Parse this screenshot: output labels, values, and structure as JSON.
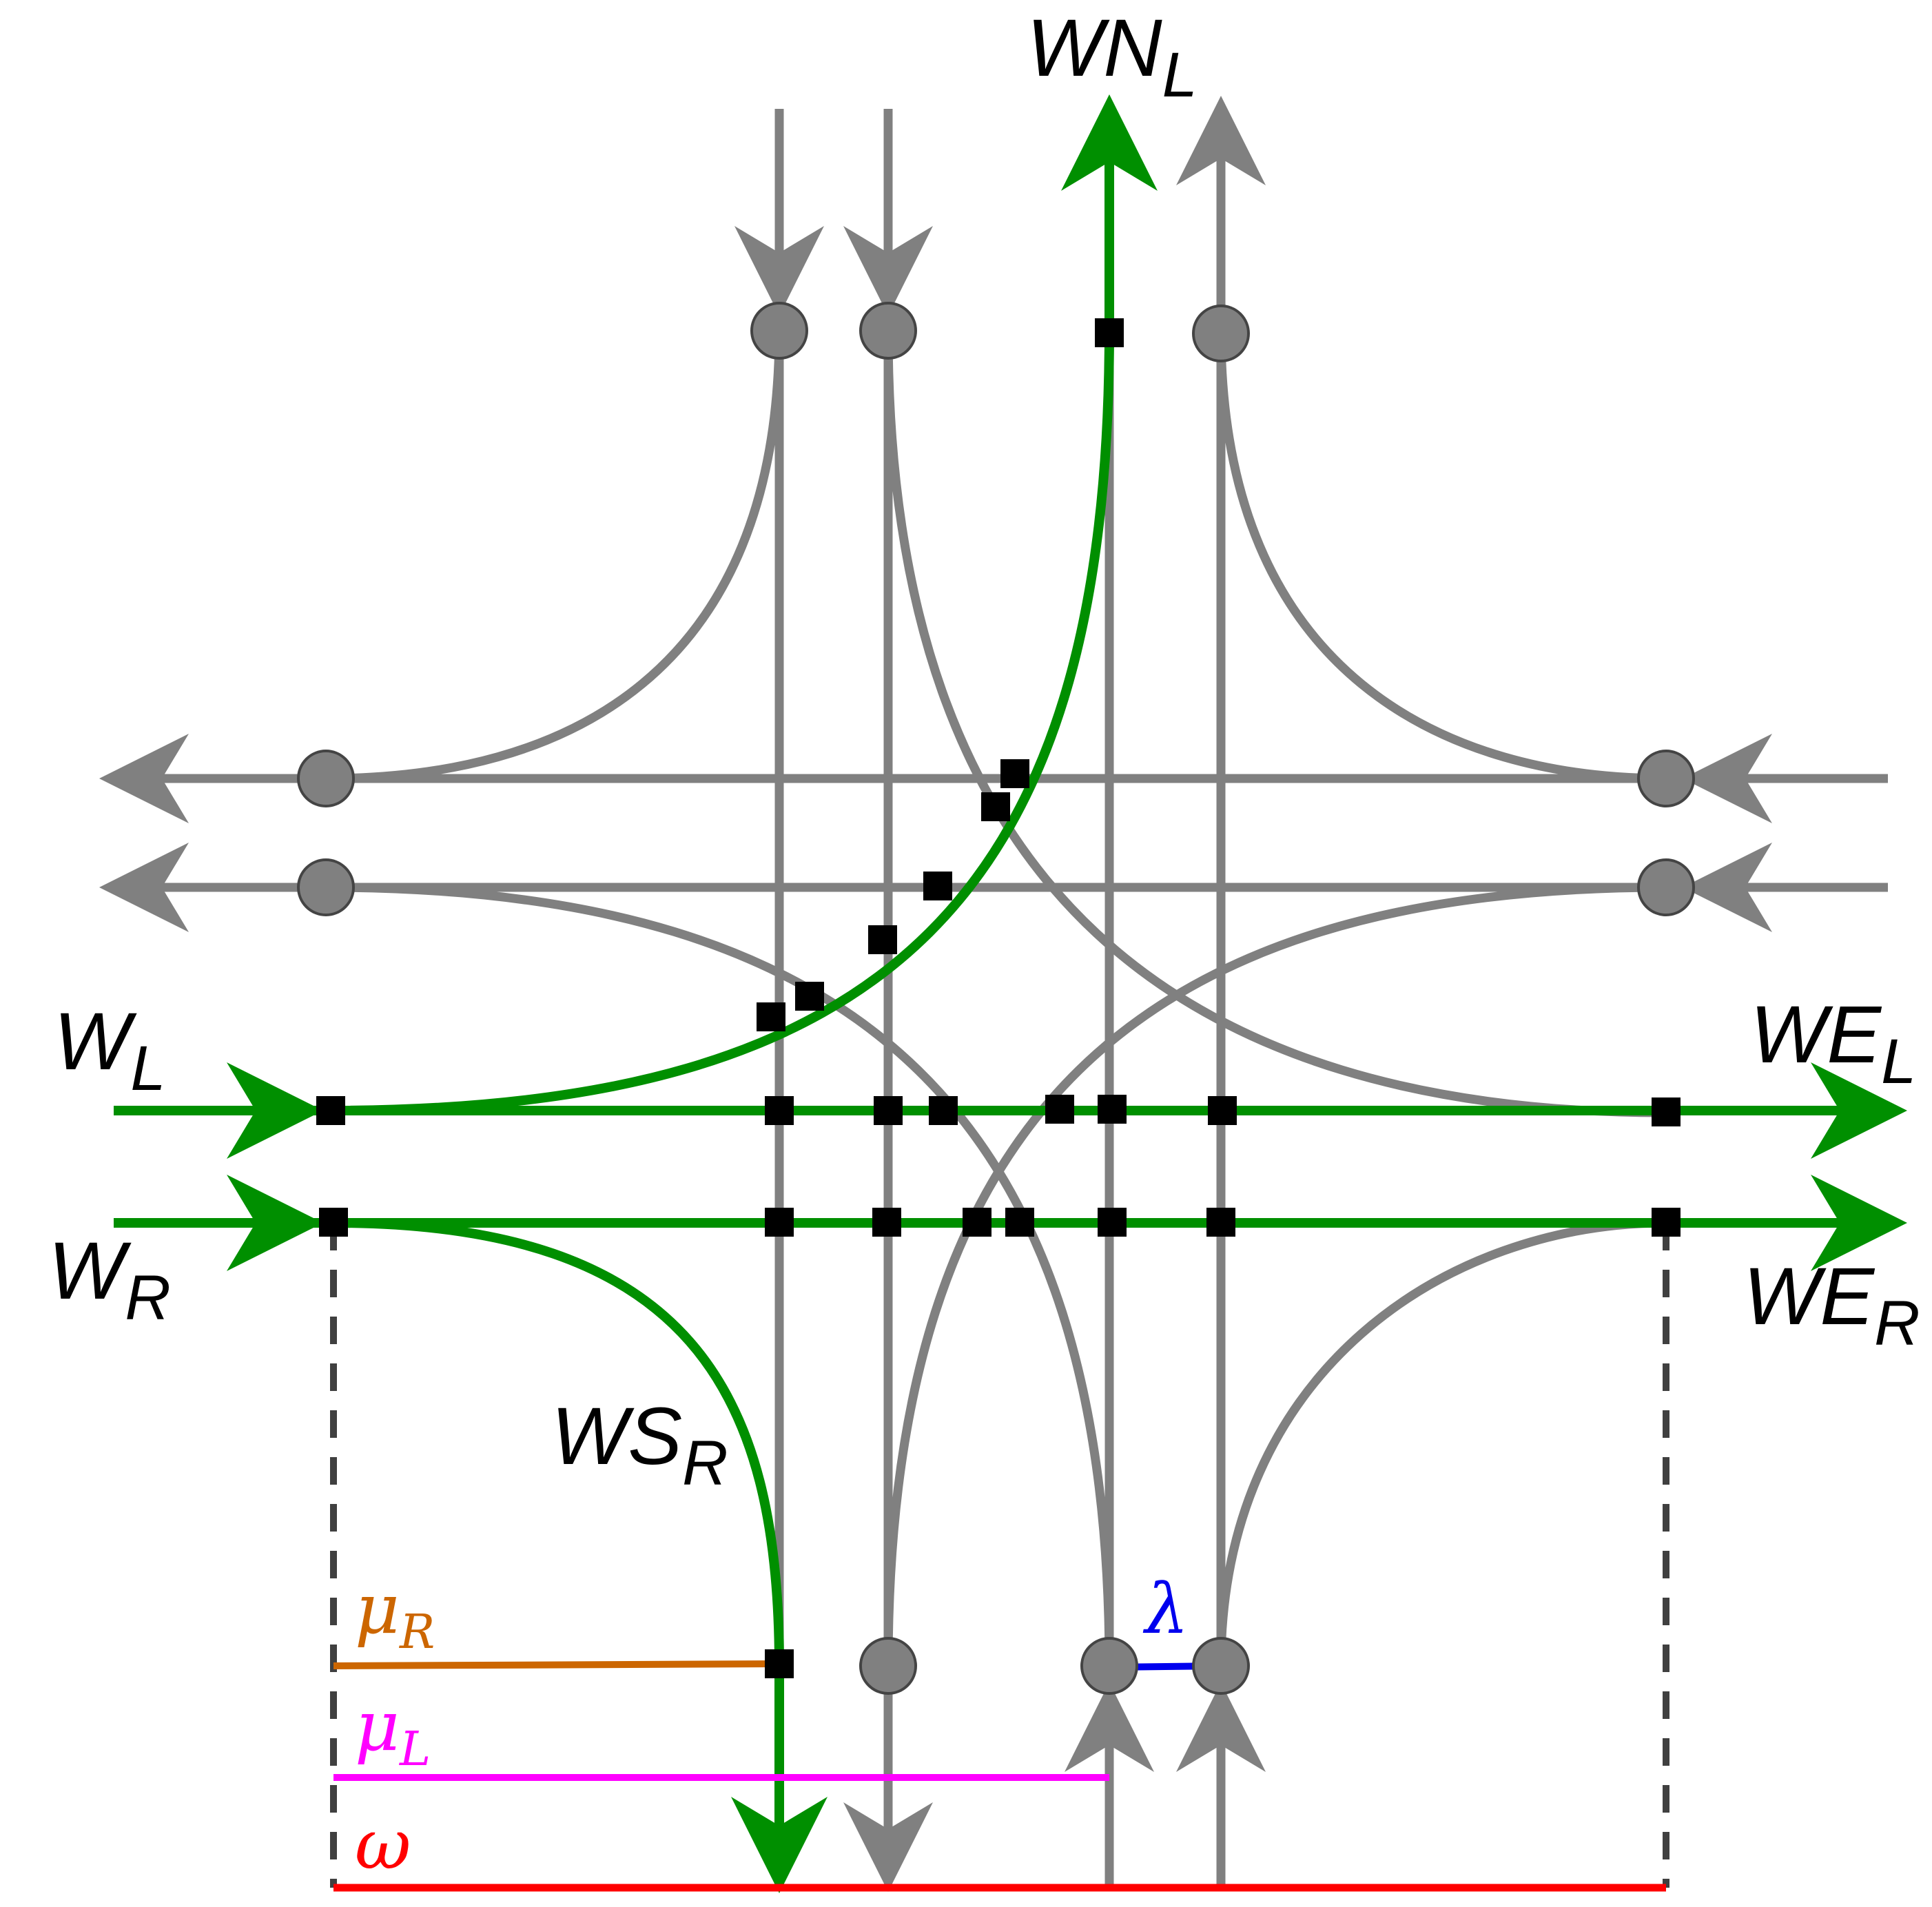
{
  "colors": {
    "road": "#808080",
    "path": "#008f00",
    "node_fill": "#808080",
    "node_stroke": "#444444",
    "conflict": "#000000",
    "omega": "#ff0000",
    "mu_L": "#ff00ff",
    "mu_R": "#cc6600",
    "lambda": "#0000ee",
    "boundary": "#404040"
  },
  "labels": {
    "WNL": {
      "main": "WN",
      "sub": "L"
    },
    "WL": {
      "main": "W",
      "sub": "L"
    },
    "WR": {
      "main": "W",
      "sub": "R"
    },
    "WEL": {
      "main": "WE",
      "sub": "L"
    },
    "WER": {
      "main": "WE",
      "sub": "R"
    },
    "WSR": {
      "main": "WS",
      "sub": "R"
    },
    "muR": {
      "main": "μ",
      "sub": "R"
    },
    "muL": {
      "main": "μ",
      "sub": "L"
    },
    "omega": "ω",
    "lambda": "λ"
  }
}
